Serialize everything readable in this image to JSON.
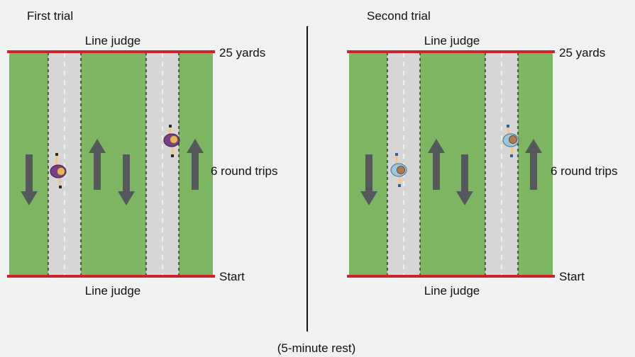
{
  "trials": [
    {
      "title": "First trial",
      "top_judge": "Line judge",
      "bottom_judge": "Line judge",
      "distance_label": "25 yards",
      "trips_label": "6 round trips",
      "start_label": "Start",
      "runner_shirt": "#7a3f8a"
    },
    {
      "title": "Second trial",
      "top_judge": "Line judge",
      "bottom_judge": "Line judge",
      "distance_label": "25 yards",
      "trips_label": "6 round trips",
      "start_label": "Start",
      "runner_shirt": "#9cc6da"
    }
  ],
  "rest_label": "(5-minute rest)",
  "colors": {
    "grass": "#7db562",
    "lane": "#d6d6d6",
    "line": "#cc2229",
    "arrow": "#55595c",
    "divider": "#111111"
  }
}
